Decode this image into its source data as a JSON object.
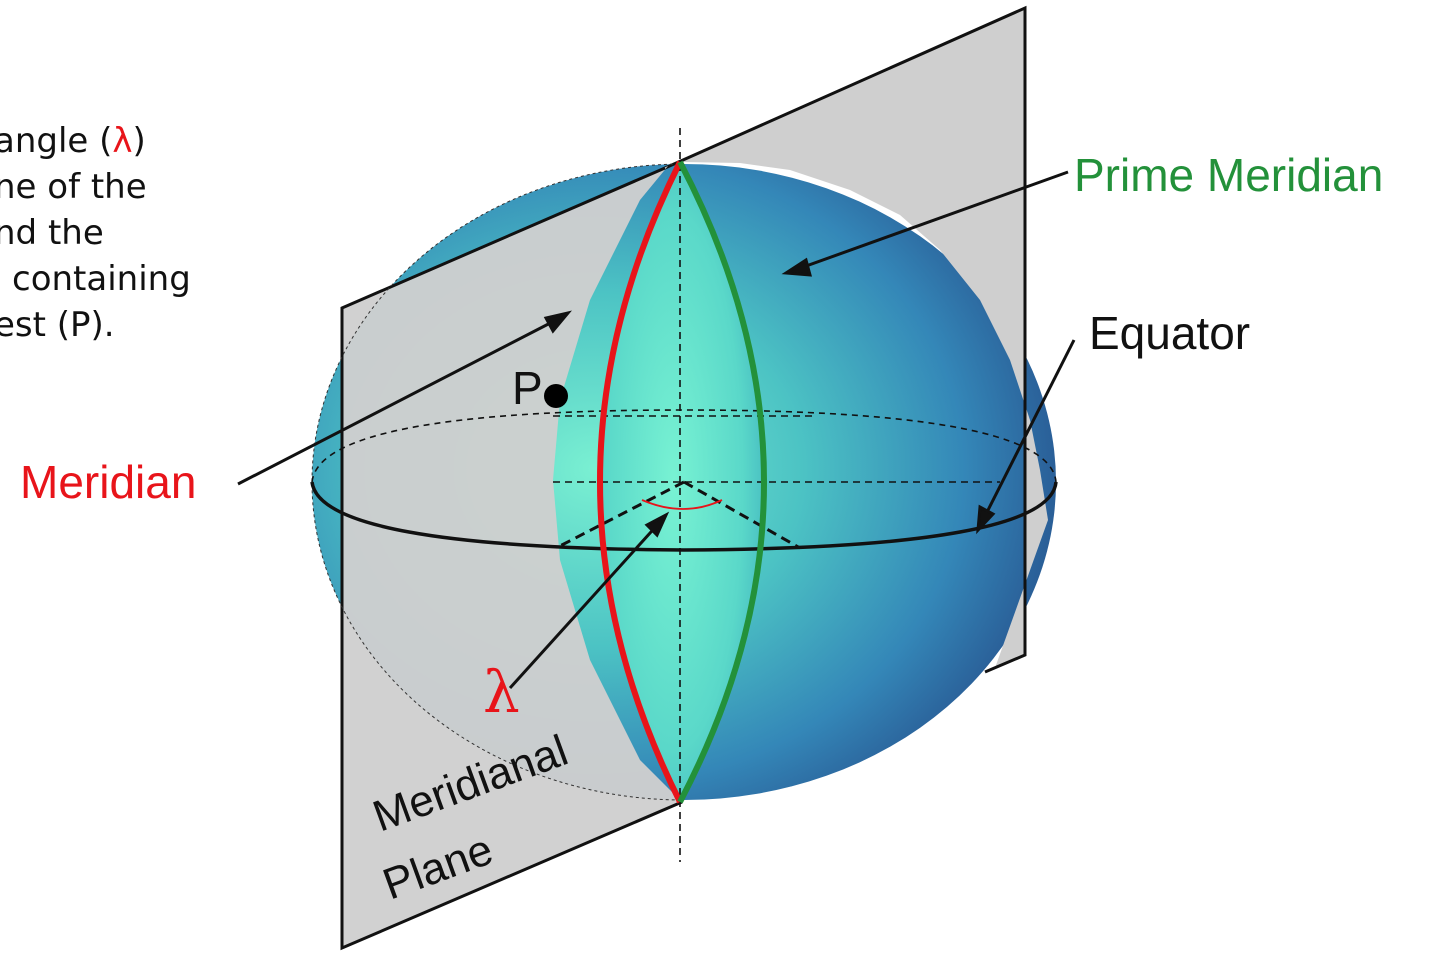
{
  "description_lines": [
    {
      "text": "angle (",
      "symbol": "λ",
      "after": ")"
    },
    {
      "text": "ne of the"
    },
    {
      "text": "nd the"
    },
    {
      "text": "containing"
    },
    {
      "text": "est (P)."
    }
  ],
  "labels": {
    "prime_meridian": "Prime Meridian",
    "equator": "Equator",
    "meridian": "Meridian",
    "point": "P",
    "lambda": "λ",
    "plane_line1": "Meridianal",
    "plane_line2": "Plane"
  },
  "colors": {
    "meridian": "#e8141a",
    "prime_meridian": "#23913a",
    "plane": "#cfcfcf",
    "sphere_dark": "#2f6fa8",
    "sphere_light": "#7af0d2"
  }
}
